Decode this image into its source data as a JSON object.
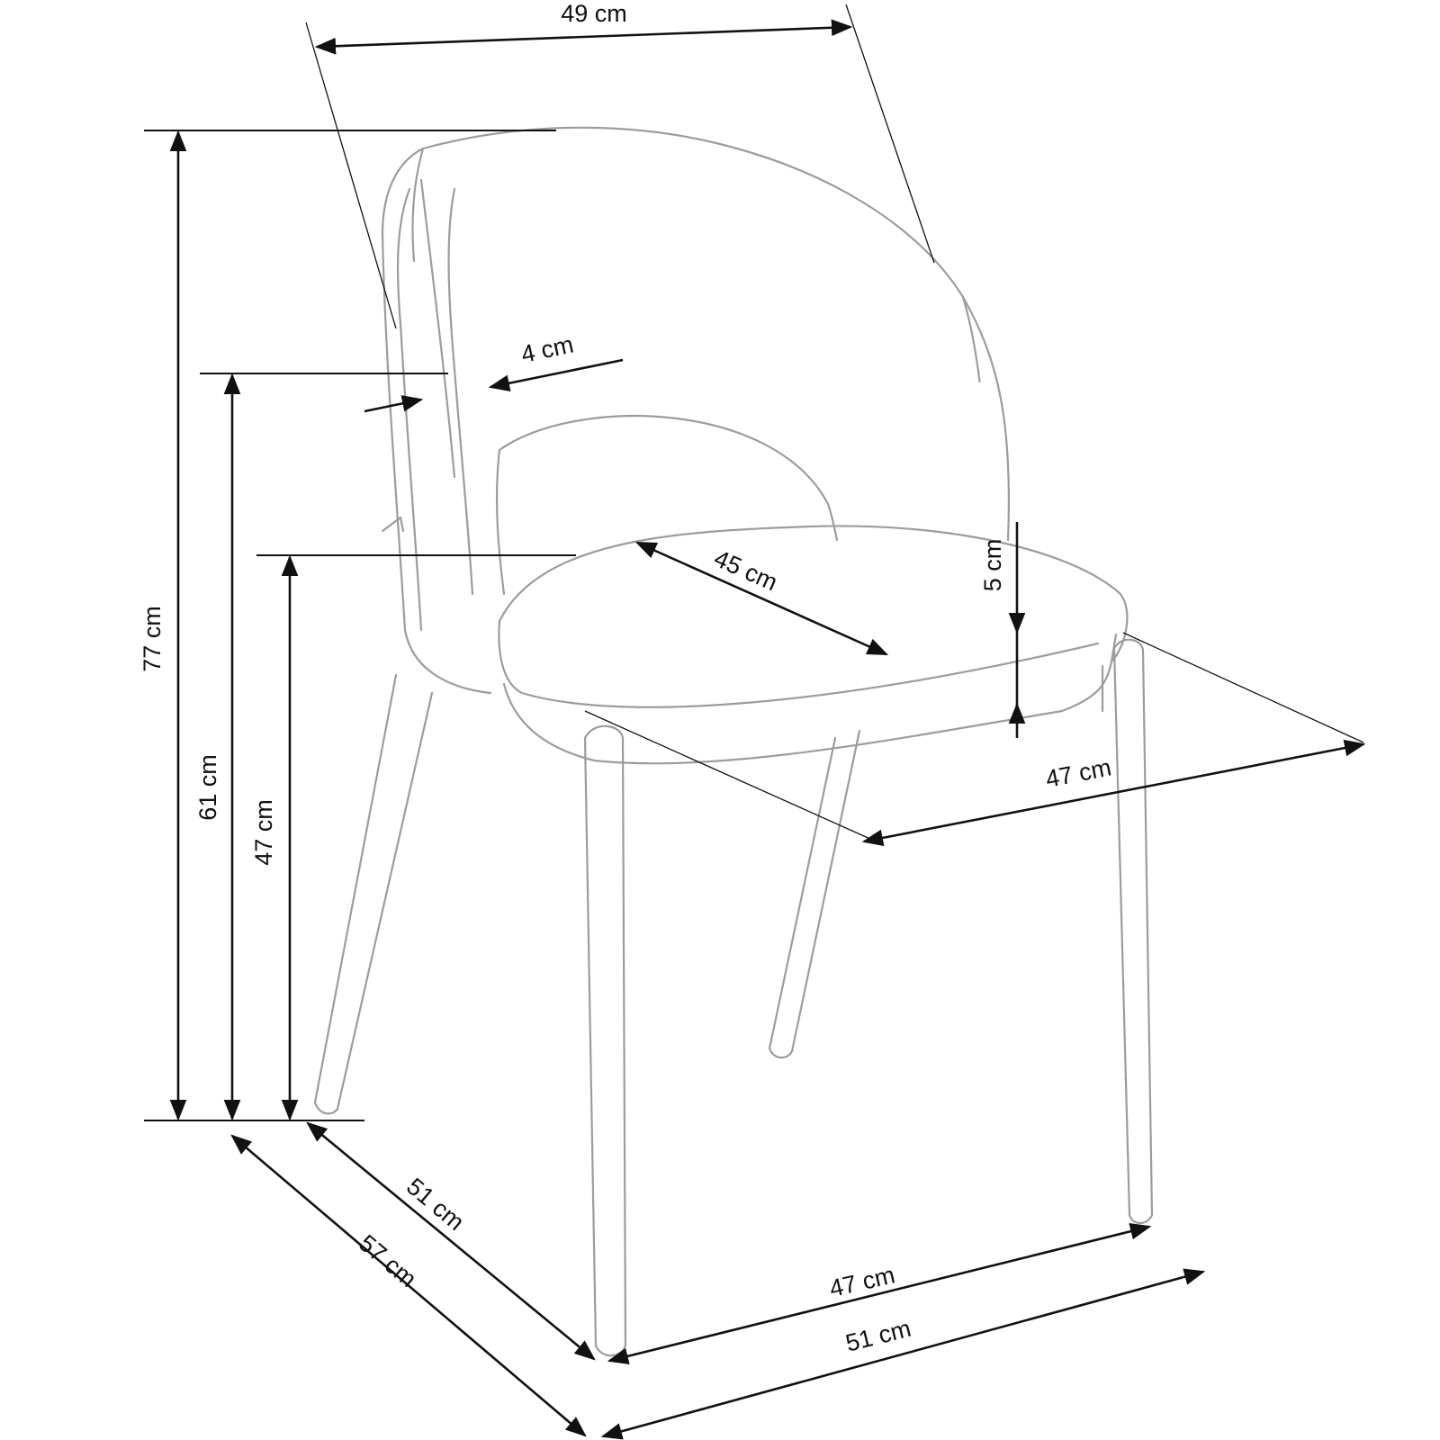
{
  "diagram": {
    "line_color": "#9c9c9c",
    "dimension_color": "#111111",
    "dimensions": {
      "backrest_width": "49 cm",
      "total_height": "77 cm",
      "backrest_height": "61 cm",
      "seat_height": "47 cm",
      "backrest_thickness": "4 cm",
      "seat_depth": "45 cm",
      "seat_thickness": "5 cm",
      "seat_width": "47 cm",
      "leg_depth": "51 cm",
      "total_depth": "57 cm",
      "leg_width": "47 cm",
      "total_width": "51 cm"
    }
  }
}
